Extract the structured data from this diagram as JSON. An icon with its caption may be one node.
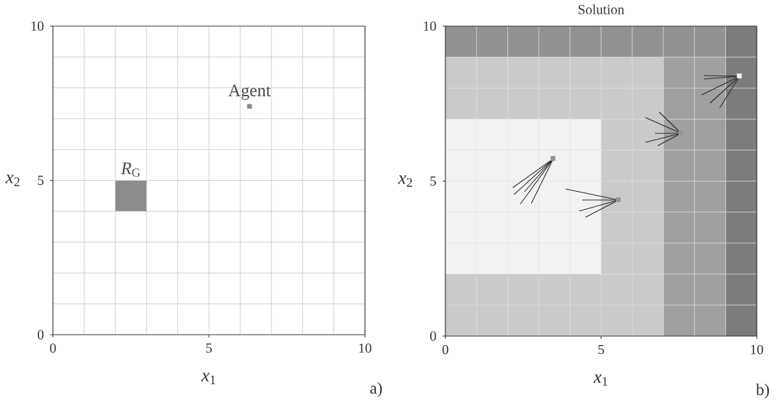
{
  "diagram": {
    "nodes": [
      {
        "text": [
          "*R*$_{G}$"
        ]
      },
      {
        "text": [
          "Agent"
        ]
      }
    ],
    "labels": [
      "10",
      "5",
      "0",
      "0",
      "5",
      "10",
      "*x*$_{2}$",
      "*x*$_{1}$",
      "a)",
      "Solution",
      "10",
      "5",
      "0",
      "0",
      "5",
      "10",
      "*x*$_{2}$",
      "*x*$_{1}$",
      "b)"
    ]
  }
}
